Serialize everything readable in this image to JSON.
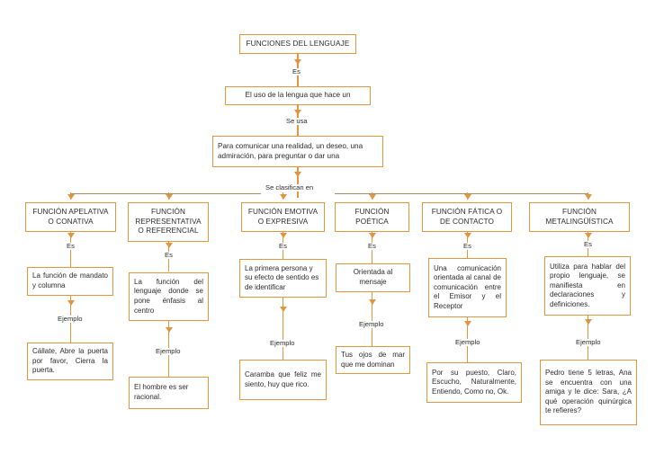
{
  "diagram": {
    "title": "FUNCIONES DEL LENGUAJE",
    "type": "concept-map",
    "accent_color": "#E1953F",
    "connector_bar_color": "#B08A62",
    "text_color": "#2b2b2b",
    "background_color": "#ffffff"
  },
  "root": {
    "label": "FUNCIONES DEL LENGUAJE"
  },
  "trunk": {
    "connector_es": "Es",
    "node_definition": "El uso de la lengua que hace un",
    "connector_se_usa": "Se usa",
    "node_purpose": "Para comunicar una realidad, un deseo, una admiración, para preguntar o dar una",
    "connector_clasifican": "Se clasifican en"
  },
  "connectors": {
    "es": "Es",
    "ejemplo": "Ejemplo"
  },
  "branches": [
    {
      "id": "apelativa",
      "header": "FUNCIÓN APELATIVA O CONATIVA",
      "es_label": "Es",
      "definition": "La función de mandato y columna",
      "ejemplo_label": "Ejemplo",
      "example": "Cállate, Abre la puerta por favor, Cierra la puerta."
    },
    {
      "id": "representativa",
      "header": "FUNCIÓN REPRESENTATIVA O REFERENCIAL",
      "es_label": "Es",
      "definition": "La función del lenguaje donde se pone énfasis al centro",
      "ejemplo_label": "Ejemplo",
      "example": "El hombre es ser racional."
    },
    {
      "id": "emotiva",
      "header": "FUNCIÓN EMOTIVA O EXPRESIVA",
      "es_label": "Es",
      "definition": "La primera persona y su efecto de sentido es de identificar",
      "ejemplo_label": "Ejemplo",
      "example": "Caramba que feliz me siento, huy que rico."
    },
    {
      "id": "poetica",
      "header": "FUNCIÓN POÉTICA",
      "es_label": "Es",
      "definition": "Orientada al mensaje",
      "ejemplo_label": "Ejemplo",
      "example": "Tus ojos de mar que me dominan"
    },
    {
      "id": "fatica",
      "header": "FUNCIÓN FÁTICA O DE CONTACTO",
      "es_label": "Es",
      "definition": "Una comunicación orientada al canal de comunicación entre el Emisor y el Receptor",
      "ejemplo_label": "Ejemplo",
      "example": "Por su puesto, Claro, Escucho, Naturalmente, Entiendo, Como no, Ok."
    },
    {
      "id": "metalinguistica",
      "header": "FUNCIÓN METALINGÜÍSTICA",
      "es_label": "Es",
      "definition": "Utiliza para hablar del propio lenguaje, se manifiesta en declaraciones y definiciones.",
      "ejemplo_label": "Ejemplo",
      "example": "Pedro tiene 5 letras, Ana se encuentra con una amiga y le dice: Sara, ¿A qué operación quinúrgica te refieres?"
    }
  ]
}
